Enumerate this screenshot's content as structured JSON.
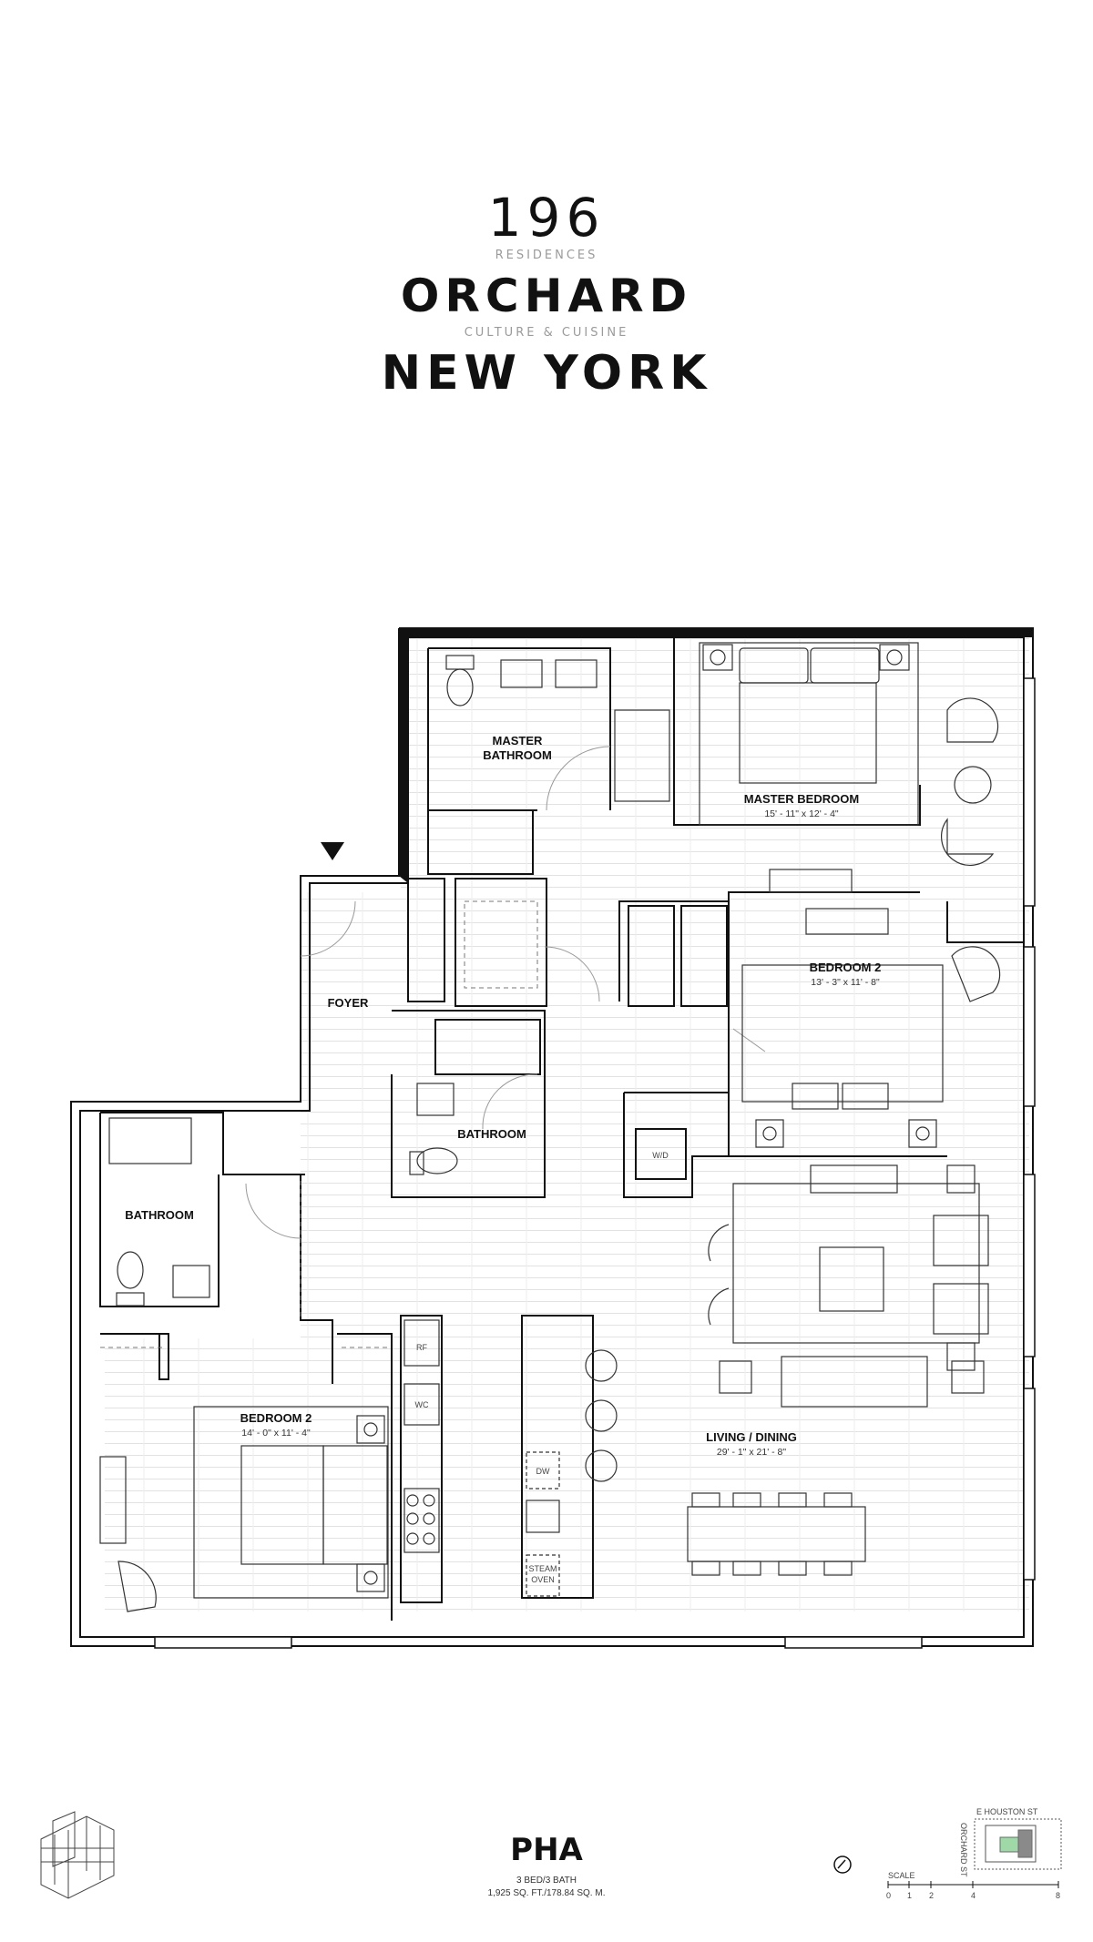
{
  "header": {
    "number": "196",
    "residences": "RESIDENCES",
    "brand": "ORCHARD",
    "tagline": "CULTURE & CUISINE",
    "city": "NEW YORK"
  },
  "rooms": {
    "master_bathroom_l1": "MASTER",
    "master_bathroom_l2": "BATHROOM",
    "master_bedroom": "MASTER BEDROOM",
    "master_bedroom_dim": "15' - 11\" x 12' - 4\"",
    "bedroom2_right": "BEDROOM 2",
    "bedroom2_right_dim": "13' - 3\" x 11' - 8\"",
    "foyer": "FOYER",
    "bathroom_center": "BATHROOM",
    "bathroom_left": "BATHROOM",
    "wd": "W/D",
    "bedroom2_left": "BEDROOM 2",
    "bedroom2_left_dim": "14' - 0\" x 11' - 4\"",
    "living": "LIVING / DINING",
    "living_dim": "29' - 1\" x 21' - 8\"",
    "rf": "RF",
    "wc": "WC",
    "dw": "DW",
    "steam1": "STEAM",
    "steam2": "OVEN"
  },
  "unit": {
    "name": "PHA",
    "beds_baths": "3 BED/3 BATH",
    "area": "1,925 SQ. FT./178.84 SQ. M."
  },
  "keyplan": {
    "street_top": "E HOUSTON ST",
    "street_side": "ORCHARD ST",
    "scale_label": "SCALE",
    "scale_ticks": [
      "0",
      "1",
      "2",
      "4",
      "8"
    ],
    "highlight_color": "#9fd9a8"
  }
}
